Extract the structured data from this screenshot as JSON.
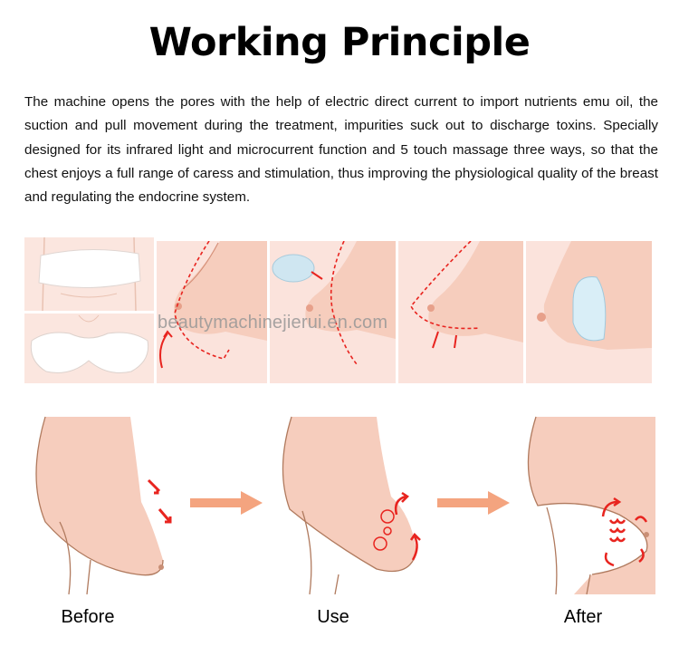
{
  "title": "Working Principle",
  "description": "The machine opens the pores with the help of electric direct current to import nutrients emu oil, the suction and pull movement during the treatment, impurities suck out to discharge toxins. Specially designed for its infrared light and microcurrent function and 5 touch massage three ways, so that the chest enjoys a full range of caress and stimulation, thus improving the physiological quality of the breast and regulating the endocrine system.",
  "watermark": "beautymachinejierui.en.com",
  "stages": [
    {
      "label": "Before"
    },
    {
      "label": "Use"
    },
    {
      "label": "After"
    }
  ],
  "colors": {
    "skin_panel_bg": "#fbe3dc",
    "skin": "#f6cdbd",
    "arrow_red": "#e8241f",
    "big_arrow": "#f4a47f",
    "outline": "#b07a5e"
  }
}
